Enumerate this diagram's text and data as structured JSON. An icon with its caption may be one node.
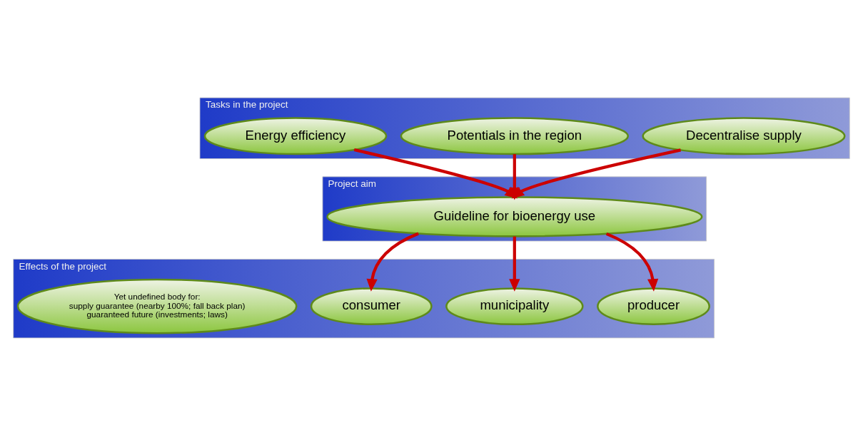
{
  "diagram": {
    "nodes": [
      {
        "text": [
          "Tasks in the project"
        ]
      },
      {
        "text": [
          "Potentials in the region"
        ],
        "in": 0
      },
      {
        "text": [
          "Energy efficiency"
        ],
        "in": 0
      },
      {
        "text": [
          "Decentralise supply"
        ],
        "in": 0
      },
      {
        "text": [
          "Project aim"
        ]
      },
      {
        "text": [
          "Guideline for bioenergy use"
        ],
        "in": 4
      },
      {
        "text": [
          "Effects of the project"
        ]
      },
      {
        "text": [
          "municipality"
        ],
        "in": 6
      },
      {
        "text": [
          "consumer"
        ],
        "in": 6
      },
      {
        "text": [
          "producer"
        ],
        "in": 6
      },
      {
        "text": [
          "Yet undefined body for:",
          "supply guarantee (nearby 100%; fall back plan)",
          "guaranteed future (investments; laws)"
        ],
        "in": 6
      }
    ],
    "edges": [
      {
        "from": 2,
        "to": 5,
        "arrow": "to"
      },
      {
        "from": 1,
        "to": 5,
        "arrow": "to"
      },
      {
        "from": 3,
        "to": 5,
        "arrow": "to"
      },
      {
        "from": 5,
        "to": 8,
        "arrow": "to"
      },
      {
        "from": 5,
        "to": 7,
        "arrow": "to"
      },
      {
        "from": 5,
        "to": 9,
        "arrow": "to"
      }
    ]
  }
}
